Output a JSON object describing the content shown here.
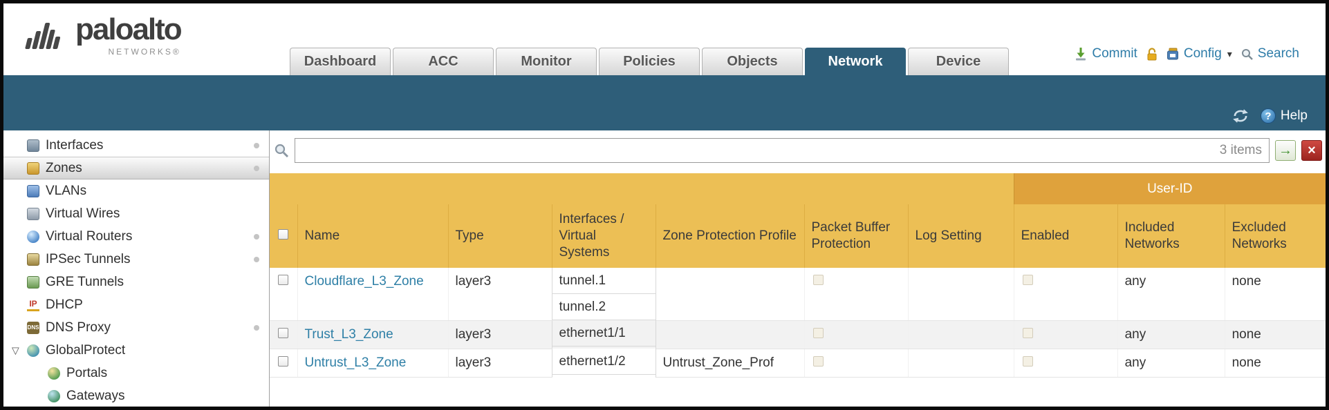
{
  "colors": {
    "header_teal": "#2e5e79",
    "table_header_orange": "#ecbf55",
    "user_id_band_orange": "#dfa23c",
    "link_blue": "#2e7fa6"
  },
  "brand": {
    "name": "paloalto",
    "sub": "NETWORKS®"
  },
  "nav": {
    "tabs": [
      {
        "label": "Dashboard",
        "active": false
      },
      {
        "label": "ACC",
        "active": false
      },
      {
        "label": "Monitor",
        "active": false
      },
      {
        "label": "Policies",
        "active": false
      },
      {
        "label": "Objects",
        "active": false
      },
      {
        "label": "Network",
        "active": true
      },
      {
        "label": "Device",
        "active": false
      }
    ],
    "actions": {
      "commit": "Commit",
      "config": "Config",
      "search": "Search"
    }
  },
  "band": {
    "help": "Help"
  },
  "icons": {
    "caret": "▾",
    "expander": "▽",
    "go_arrow": "→",
    "clear_x": "×",
    "help_q": "?"
  },
  "sidebar": {
    "items": [
      {
        "label": "Interfaces",
        "dot": true
      },
      {
        "label": "Zones",
        "dot": true,
        "selected": true
      },
      {
        "label": "VLANs"
      },
      {
        "label": "Virtual Wires"
      },
      {
        "label": "Virtual Routers",
        "dot": true
      },
      {
        "label": "IPSec Tunnels",
        "dot": true
      },
      {
        "label": "GRE Tunnels"
      },
      {
        "label": "DHCP",
        "icon_text": "IP"
      },
      {
        "label": "DNS Proxy",
        "dot": true,
        "icon_text": "DNS"
      },
      {
        "label": "GlobalProtect",
        "expanded": true
      },
      {
        "label": "Portals",
        "child": true
      },
      {
        "label": "Gateways",
        "child": true
      }
    ]
  },
  "filter": {
    "count": "3 items",
    "query": ""
  },
  "table": {
    "group_header": "User-ID",
    "columns": [
      "Name",
      "Type",
      "Interfaces / Virtual Systems",
      "Zone Protection Profile",
      "Packet Buffer Protection",
      "Log Setting",
      "Enabled",
      "Included Networks",
      "Excluded Networks"
    ],
    "rows": [
      {
        "name": "Cloudflare_L3_Zone",
        "type": "layer3",
        "interfaces": [
          "tunnel.1",
          "tunnel.2"
        ],
        "zone_protection_profile": "",
        "log_setting": "",
        "included_networks": "any",
        "excluded_networks": "none"
      },
      {
        "name": "Trust_L3_Zone",
        "type": "layer3",
        "interfaces": [
          "ethernet1/1"
        ],
        "zone_protection_profile": "",
        "log_setting": "",
        "included_networks": "any",
        "excluded_networks": "none"
      },
      {
        "name": "Untrust_L3_Zone",
        "type": "layer3",
        "interfaces": [
          "ethernet1/2"
        ],
        "zone_protection_profile": "Untrust_Zone_Prof",
        "log_setting": "",
        "included_networks": "any",
        "excluded_networks": "none"
      }
    ]
  }
}
